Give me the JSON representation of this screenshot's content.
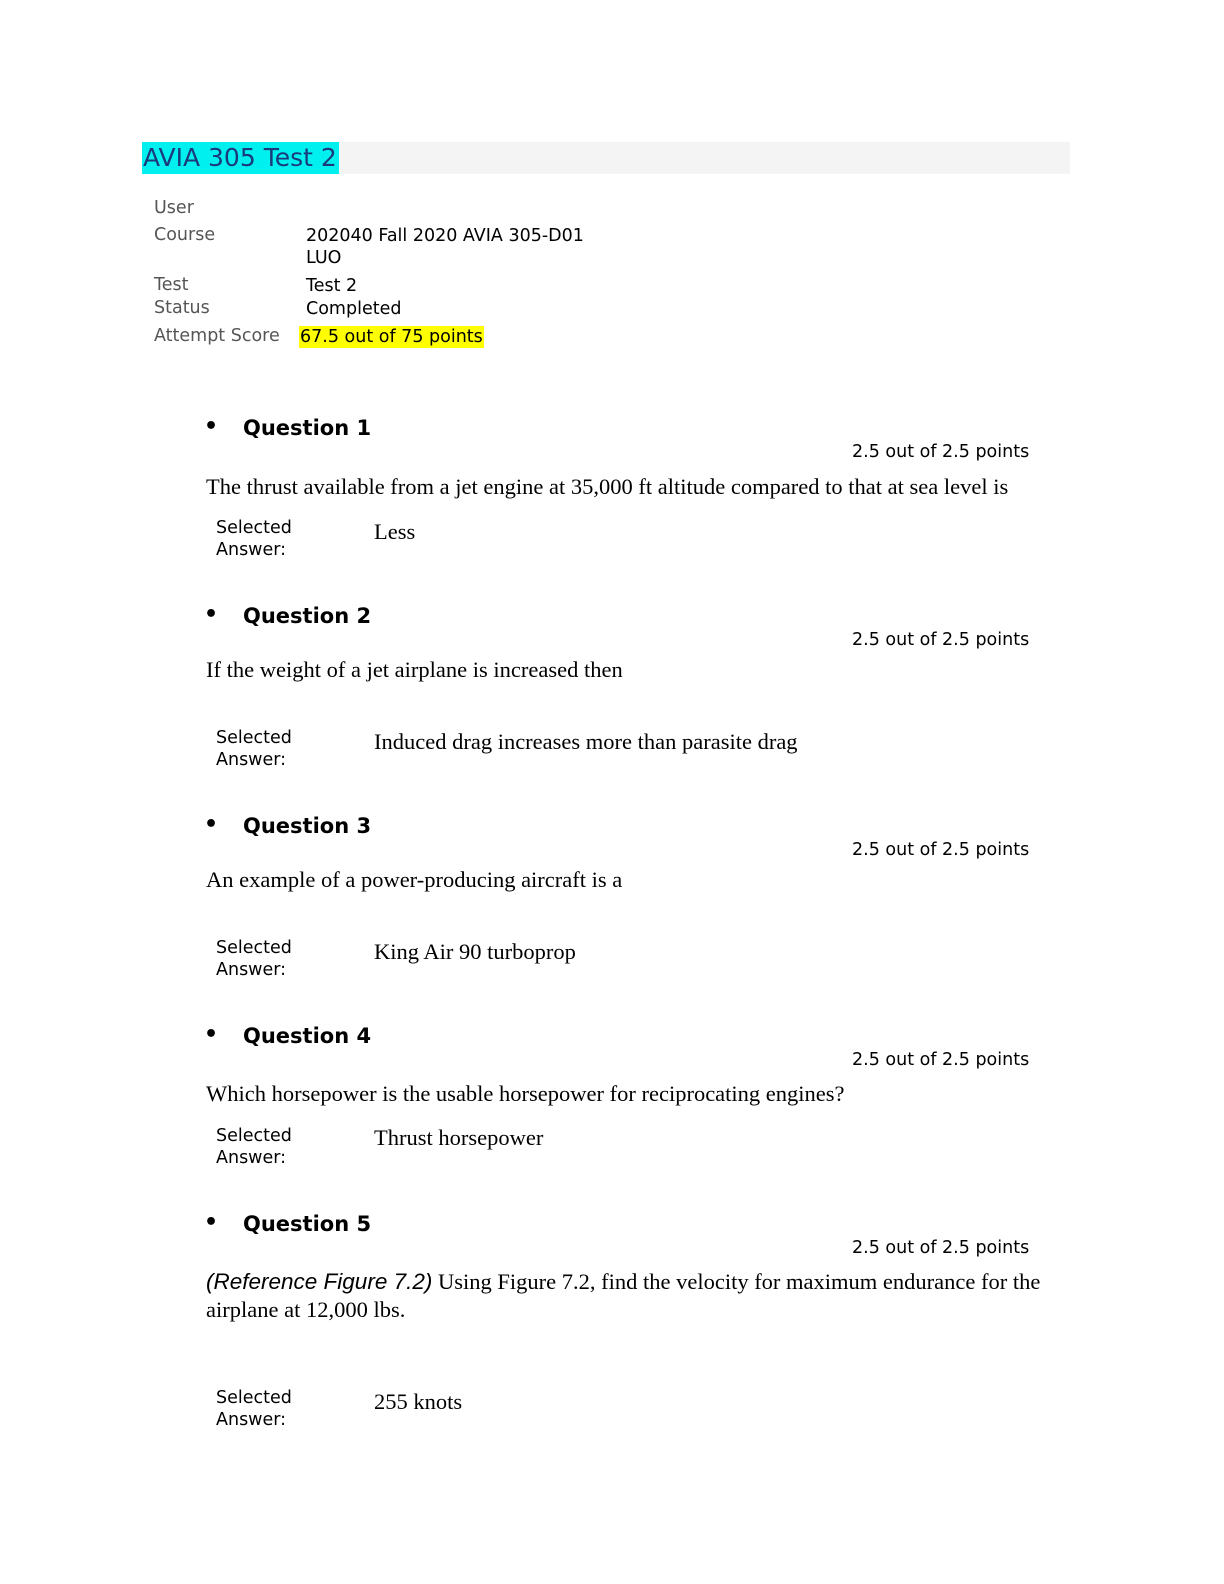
{
  "header": {
    "title": "AVIA 305 Test 2"
  },
  "meta": {
    "user_label": "User",
    "course_label": "Course",
    "course_value_line1": "202040 Fall 2020 AVIA 305-D01",
    "course_value_line2": "LUO",
    "test_label": "Test",
    "test_value": "Test 2",
    "status_label": "Status",
    "status_value": "Completed",
    "score_label": "Attempt Score",
    "score_value": "67.5 out of 75 points"
  },
  "selected_answer_label_line1": "Selected",
  "selected_answer_label_line2": "Answer:",
  "bullet": "•",
  "questions": [
    {
      "title": "Question 1",
      "points": "2.5 out of 2.5 points",
      "text": "The thrust available from a jet engine at 35,000 ft altitude compared to that at sea level is",
      "answer": "Less"
    },
    {
      "title": "Question 2",
      "points": "2.5 out of 2.5 points",
      "text": "If the weight of a jet airplane is increased then",
      "answer": "Induced drag increases more than parasite drag"
    },
    {
      "title": "Question 3",
      "points": "2.5 out of 2.5 points",
      "text": "An example of a power-producing aircraft is a",
      "answer": "King Air 90 turboprop"
    },
    {
      "title": "Question 4",
      "points": "2.5 out of 2.5 points",
      "text": "Which horsepower is the usable horsepower for reciprocating engines?",
      "answer": "Thrust horsepower"
    },
    {
      "title": "Question 5",
      "points": "2.5 out of 2.5 points",
      "ref": "(Reference Figure 7.2)",
      "text": " Using Figure 7.2, find the velocity for maximum endurance for the airplane at 12,000 lbs.",
      "answer": "255 knots"
    }
  ]
}
